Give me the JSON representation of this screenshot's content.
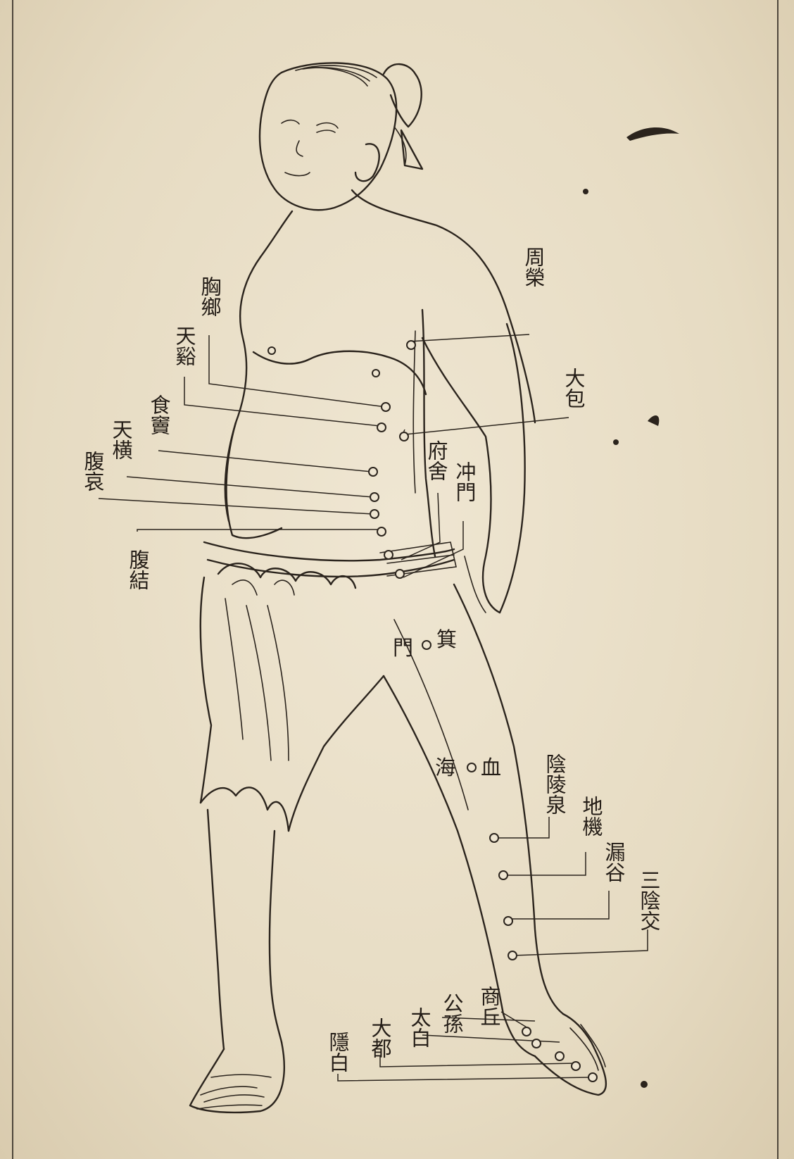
{
  "diagram": {
    "points": {
      "xiongxiang": {
        "label": "胸鄉"
      },
      "tianxi": {
        "label": "天谿"
      },
      "shidou": {
        "label": "食竇"
      },
      "daheng": {
        "label": "天横"
      },
      "fuai": {
        "label": "腹哀"
      },
      "fujie": {
        "label": "腹結"
      },
      "zhourong": {
        "label": "周榮"
      },
      "dabao": {
        "label": "大包"
      },
      "fushe": {
        "label": "府舍"
      },
      "chongmen": {
        "label": "冲門"
      },
      "jimen_a": {
        "label": "門"
      },
      "jimen_b": {
        "label": "箕"
      },
      "xuehai_a": {
        "label": "海"
      },
      "xuehai_b": {
        "label": "血"
      },
      "yinlingquan": {
        "label": "陰陵泉"
      },
      "diji": {
        "label": "地機"
      },
      "lougu": {
        "label": "漏谷"
      },
      "sanyinjiao": {
        "label": "三陰交"
      },
      "shangqiu": {
        "label": "商丘"
      },
      "gongsun": {
        "label": "公孫"
      },
      "taibai": {
        "label": "太白"
      },
      "dadu": {
        "label": "大都"
      },
      "yinbai": {
        "label": "隱白"
      }
    },
    "colors": {
      "paper": "#e9dfc9",
      "ink": "#2b241d"
    }
  }
}
